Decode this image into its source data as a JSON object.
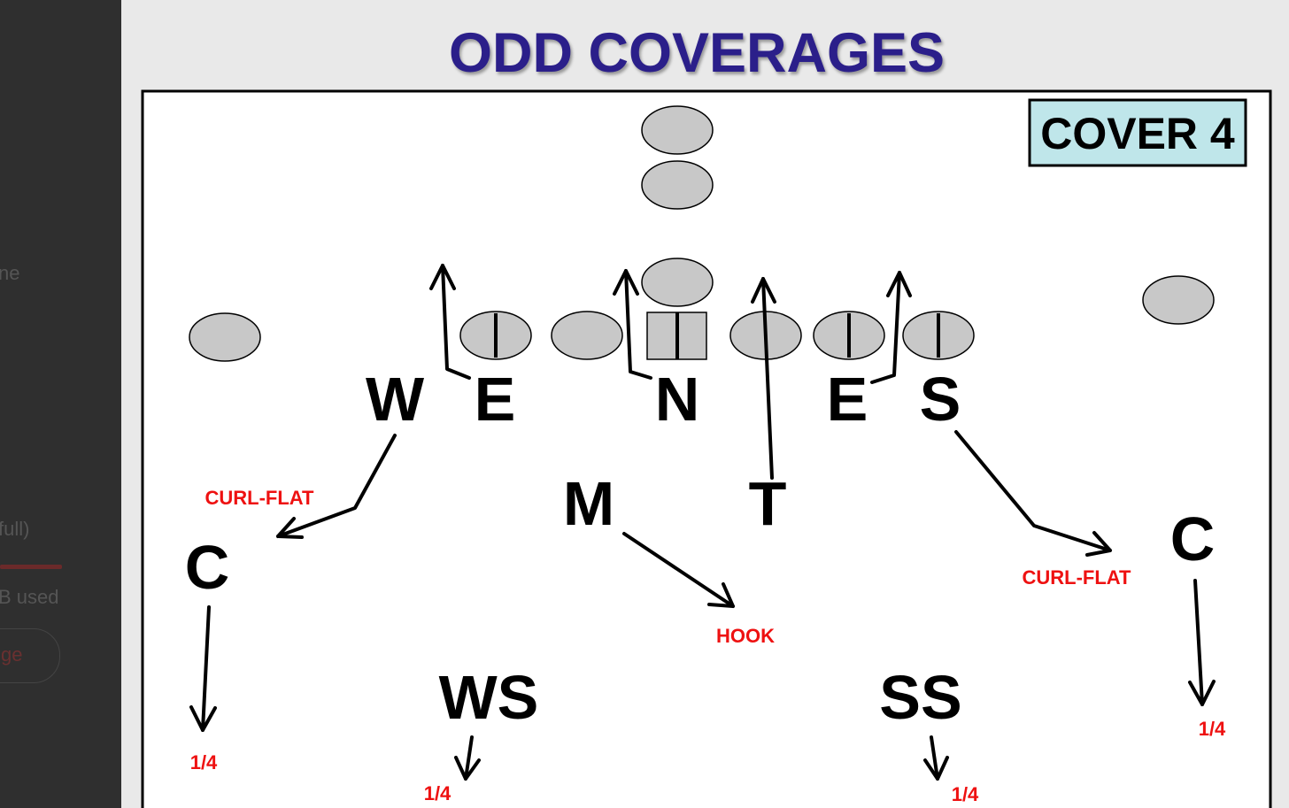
{
  "title": "ODD COVERAGES",
  "badge": "COVER 4",
  "left_panel_fragments": {
    "frag1": "ne",
    "frag2": "full)",
    "frag3": "B used",
    "frag4": "ge"
  },
  "defense": {
    "W": "W",
    "E_left": "E",
    "N": "N",
    "E_right": "E",
    "S": "S",
    "M": "M",
    "T": "T",
    "C_left": "C",
    "C_right": "C",
    "WS": "WS",
    "SS": "SS"
  },
  "zones": {
    "curl_flat_left": "CURL-FLAT",
    "curl_flat_right": "CURL-FLAT",
    "hook": "HOOK",
    "quarter_far_left": "1/4",
    "quarter_left": "1/4",
    "quarter_right": "1/4",
    "quarter_far_right": "1/4"
  },
  "colors": {
    "title": "#2b1f8a",
    "zone_text": "#ee1111",
    "badge_fill": "#bfe6ea",
    "offense_fill": "#c8c8c8"
  }
}
